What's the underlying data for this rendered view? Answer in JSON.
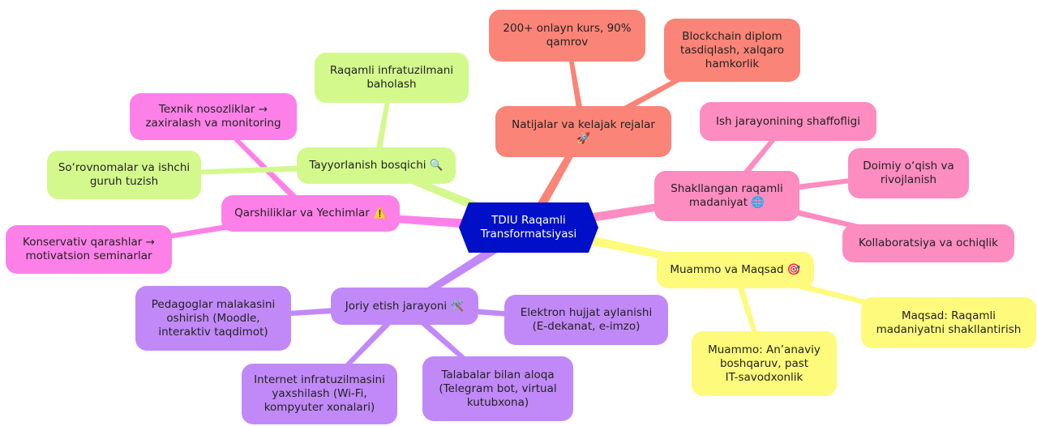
{
  "root": {
    "label": "TDIU Raqamli\nTransformatsiyasi"
  },
  "branches": {
    "challenges": {
      "label": "Qarshiliklar va Yechimlar ⚠️",
      "color": "#fd80e8",
      "children": [
        "Texnik nosozliklar →\nzaxiralash va monitoring",
        "Konservativ qarashlar →\nmotivatsion seminarlar"
      ]
    },
    "preparation": {
      "label": "Tayyorlanish bosqichi 🔍",
      "color": "#d3f98d",
      "children": [
        "Raqamli infratuzilmani\nbaholash",
        "So‘rovnomalar va ishchi\nguruh tuzish"
      ]
    },
    "results": {
      "label": "Natijalar va kelajak rejalar\n🚀",
      "color": "#fa8477",
      "children": [
        "200+ onlayn kurs, 90%\nqamrov",
        "Blockchain diplom\ntasdiqlash, xalqaro\nhamkorlik"
      ]
    },
    "culture": {
      "label": "Shakllangan raqamli\nmadaniyat 🌐",
      "color": "#fd8cc0",
      "children": [
        "Ish jarayonining shaffofligi",
        "Doimiy o‘qish va\nrivojlanish",
        "Kollaboratsiya va ochiqlik"
      ]
    },
    "problem": {
      "label": "Muammo va Maqsad 🎯",
      "color": "#fefa7c",
      "children": [
        "Maqsad: Raqamli\nmadaniyatni shakllantirish",
        "Muammo: An’anaviy\nboshqaruv, past\nIT-savodxonlik"
      ]
    },
    "implementation": {
      "label": "Joriy etish jarayoni 🛠️",
      "color": "#c189f7",
      "children": [
        "Pedagoglar malakasini\noshirish (Moodle,\ninteraktiv taqdimot)",
        "Elektron hujjat aylanishi\n(E-dekanat, e-imzo)",
        "Internet infratuzilmasini\nyaxshilash (Wi-Fi,\nkompyuter xonalari)",
        "Talabalar bilan aloqa\n(Telegram bot, virtual\nkutubxona)"
      ]
    }
  },
  "colors": {
    "root": "#0010c8",
    "link_pink": "#fd80e8",
    "link_green": "#d3f98d",
    "link_salmon": "#fa8477",
    "link_rose": "#fd8cc0",
    "link_yellow": "#fefa7c",
    "link_violet": "#c189f7"
  }
}
